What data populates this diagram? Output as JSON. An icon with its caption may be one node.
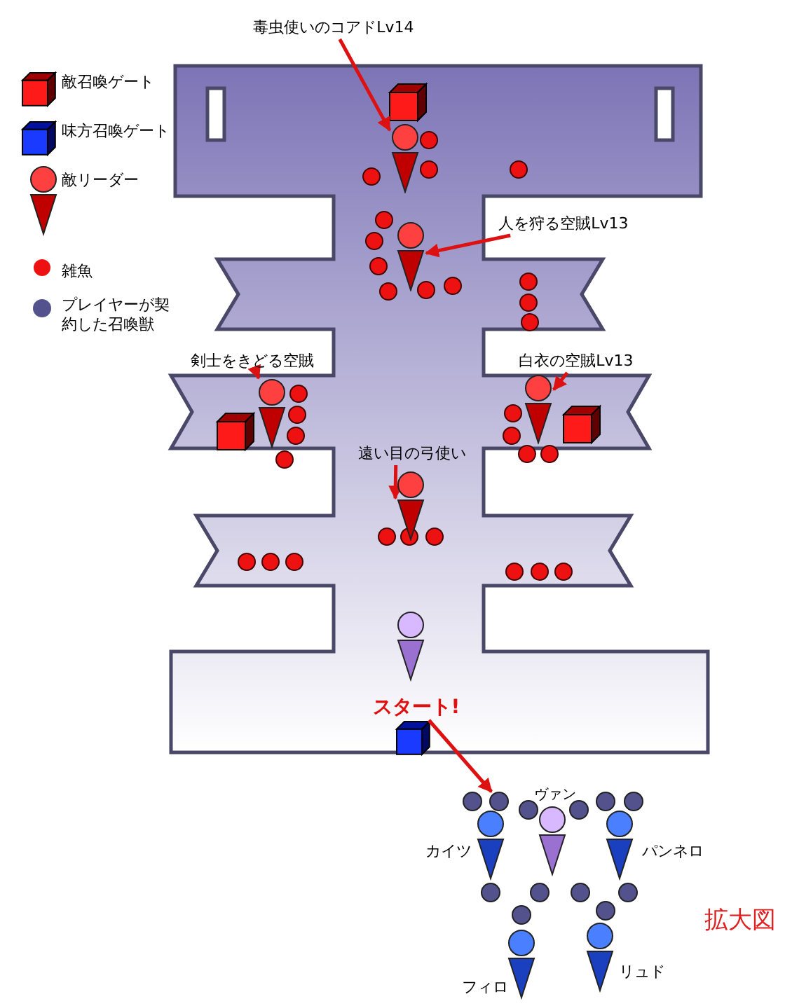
{
  "diagram": {
    "nodes": [
      {
        "text": [
          "毒虫使いのコアドLv14"
        ]
      },
      {
        "text": [],
        "shape": "pin"
      },
      {
        "text": [
          "人を狩る空賊Lv13"
        ]
      },
      {
        "text": [],
        "shape": "pin"
      },
      {
        "text": [
          "剣士をきどる空賊"
        ]
      },
      {
        "text": [],
        "shape": "pin"
      },
      {
        "text": [
          "白衣の空賊Lv13"
        ]
      },
      {
        "text": [],
        "shape": "pin"
      },
      {
        "text": [
          "遠い目の弓使い"
        ]
      },
      {
        "text": [],
        "shape": "pin"
      },
      {
        "text": [
          "スタート!"
        ]
      },
      {
        "text": [],
        "shape": "circle"
      },
      {
        "text": [],
        "shape": "circle"
      },
      {
        "text": [],
        "shape": "circle"
      },
      {
        "text": [],
        "shape": "circle"
      },
      {
        "text": [],
        "shape": "circle"
      },
      {
        "text": [],
        "shape": "circle"
      },
      {
        "text": [],
        "shape": "circle"
      },
      {
        "text": [],
        "shape": "circle"
      },
      {
        "text": [],
        "shape": "circle"
      },
      {
        "text": [],
        "shape": "circle"
      },
      {
        "text": [],
        "shape": "circle"
      },
      {
        "text": [],
        "shape": "circle"
      }
    ],
    "edges": [
      {
        "from": 0,
        "to": 1,
        "arrow": "to"
      },
      {
        "from": 2,
        "to": 3,
        "arrow": "to"
      },
      {
        "from": 4,
        "to": 5,
        "arrow": "to"
      },
      {
        "from": 6,
        "to": 7,
        "arrow": "to"
      },
      {
        "from": 8,
        "to": 9,
        "arrow": "to"
      },
      {
        "from": 10,
        "to": 12,
        "arrow": "to"
      }
    ],
    "labels": [
      "ヴァン",
      "カイツ",
      "パンネロ",
      "フィロ",
      "リュド",
      "拡大図"
    ],
    "legend": [
      {
        "text": "敵召喚ゲート"
      },
      {
        "text": "味方召喚ゲート"
      },
      {
        "text": "敵リーダー"
      },
      {
        "text": "雑魚",
        "color": "#ee1111"
      },
      {
        "text": "プレイヤーが契約した召喚獣",
        "color": "#54528c"
      }
    ]
  }
}
